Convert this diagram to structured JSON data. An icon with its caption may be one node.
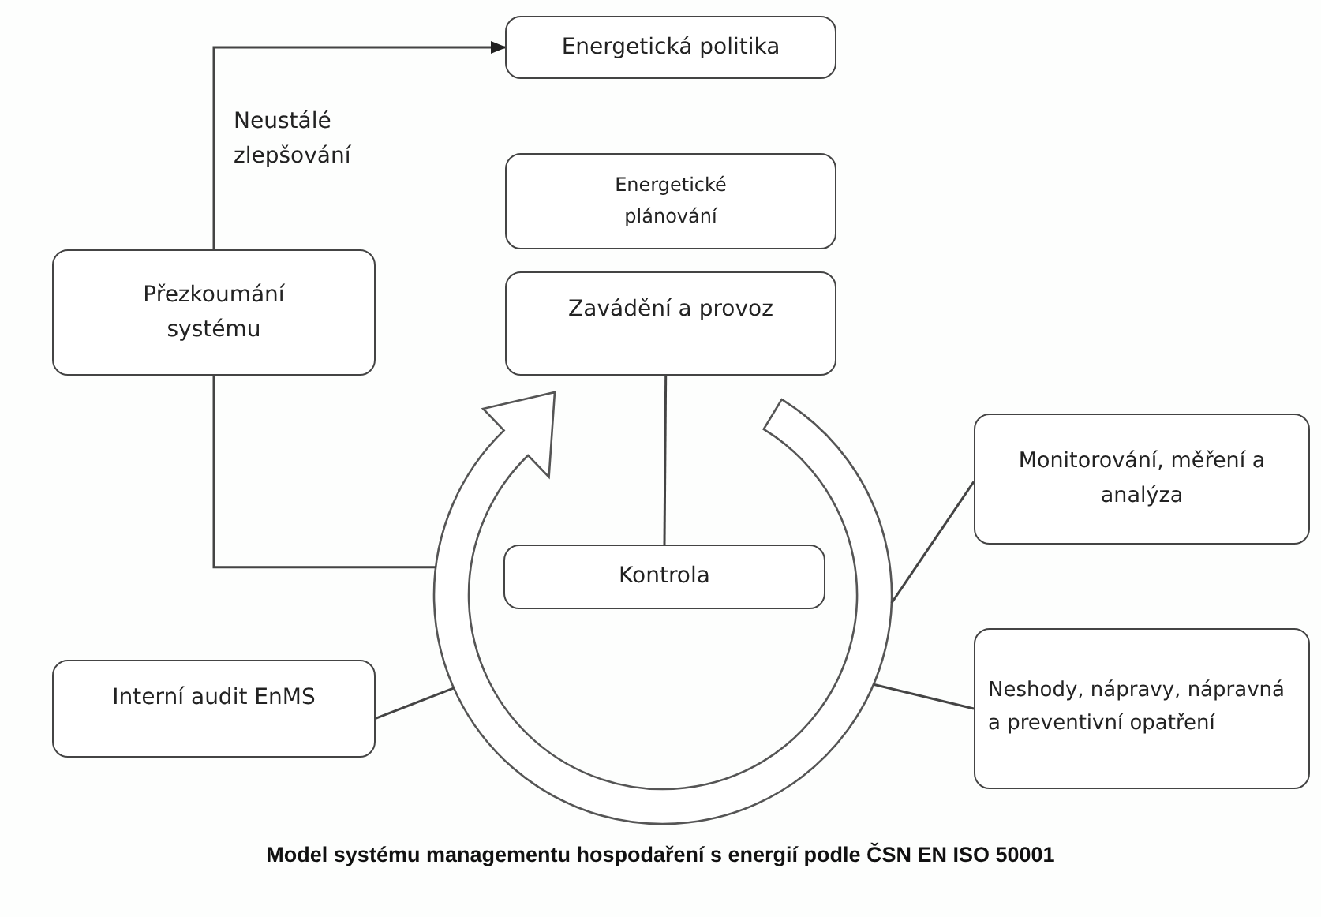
{
  "diagram": {
    "caption": "Model systému managementu hospodaření s energií podle ČSN EN ISO 50001",
    "nodes": [
      {
        "text": [
          "Energetická politika"
        ]
      },
      {
        "text": [
          "Energetické plánování"
        ]
      },
      {
        "text": [
          "Zavádění a provoz"
        ]
      },
      {
        "text": [
          "Přezkoumání systému"
        ]
      },
      {
        "text": [
          "Monitorování, měření a analýza"
        ]
      },
      {
        "text": [
          "Kontrola"
        ]
      },
      {
        "text": [
          "Interní audit EnMS"
        ]
      },
      {
        "text": [
          "Neshody, nápravy, nápravná a preventivní opatření"
        ]
      },
      {
        "text": [],
        "shape": "circle"
      }
    ],
    "edges": [
      {
        "from": 3,
        "to": 0,
        "arrow": "to",
        "label": "Neustálé zlepšování"
      },
      {
        "from": 2,
        "to": 5,
        "arrow": "none"
      },
      {
        "from": 3,
        "to": 8,
        "arrow": "none"
      },
      {
        "from": 4,
        "to": 8,
        "arrow": "none"
      },
      {
        "from": 6,
        "to": 8,
        "arrow": "none"
      },
      {
        "from": 7,
        "to": 8,
        "arrow": "none"
      }
    ]
  }
}
